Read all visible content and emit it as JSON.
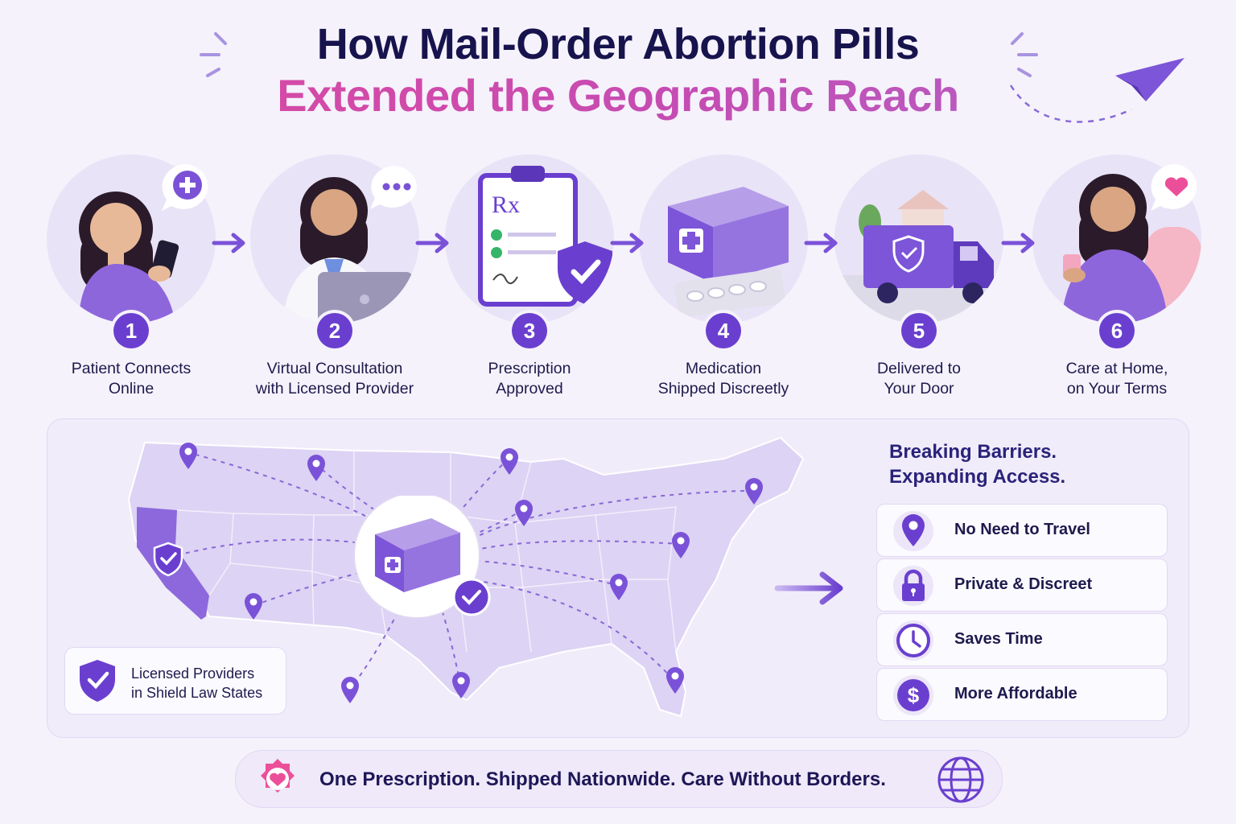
{
  "header": {
    "title_line1": "How Mail-Order Abortion Pills",
    "title_line2": "Extended the Geographic Reach"
  },
  "steps": [
    {
      "number": "1",
      "line1": "Patient Connects",
      "line2": "Online",
      "icon": "person-with-phone-icon"
    },
    {
      "number": "2",
      "line1": "Virtual Consultation",
      "line2": "with Licensed Provider",
      "icon": "doctor-laptop-icon"
    },
    {
      "number": "3",
      "line1": "Prescription",
      "line2": "Approved",
      "icon": "rx-clipboard-icon"
    },
    {
      "number": "4",
      "line1": "Medication",
      "line2": "Shipped Discreetly",
      "icon": "package-pills-icon"
    },
    {
      "number": "5",
      "line1": "Delivered to",
      "line2": "Your Door",
      "icon": "delivery-truck-icon"
    },
    {
      "number": "6",
      "line1": "Care at Home,",
      "line2": "on Your Terms",
      "icon": "person-relaxing-icon"
    }
  ],
  "map": {
    "legend_line1": "Licensed Providers",
    "legend_line2": "in Shield Law States"
  },
  "benefits": {
    "heading_line1": "Breaking Barriers.",
    "heading_line2": "Expanding Access.",
    "items": [
      {
        "label": "No Need to Travel",
        "icon": "map-pin-icon"
      },
      {
        "label": "Private & Discreet",
        "icon": "lock-icon"
      },
      {
        "label": "Saves Time",
        "icon": "clock-icon"
      },
      {
        "label": "More Affordable",
        "icon": "dollar-icon"
      }
    ]
  },
  "footer": {
    "text": "One Prescription. Shipped Nationwide. Care Without Borders."
  },
  "colors": {
    "primary": "#6a3fcf",
    "light_purple": "#b9a6e6",
    "title_dark": "#17134d",
    "title_pink": "#d94ca8",
    "heart_pink": "#ec4f9a"
  }
}
